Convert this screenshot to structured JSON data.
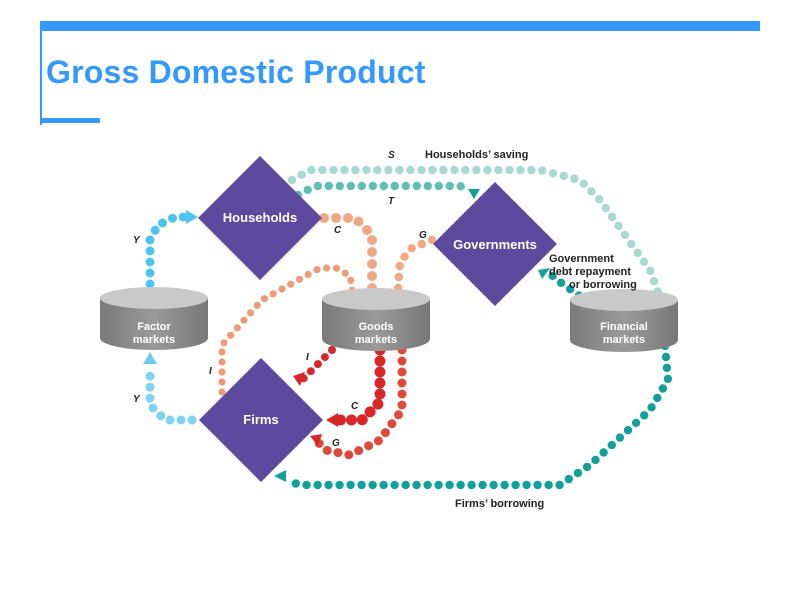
{
  "slide": {
    "title": "Gross Domestic Product"
  },
  "nodes": {
    "households": "Households",
    "governments": "Governments",
    "firms": "Firms"
  },
  "markets": {
    "factor": [
      "Factor",
      "markets"
    ],
    "goods": [
      "Goods",
      "markets"
    ],
    "financial": [
      "Financial",
      "markets"
    ]
  },
  "flows": {
    "s_symbol": "S",
    "households_saving": "Households’ saving",
    "t_symbol": "T",
    "gov_debt": [
      "Government",
      "debt repayment",
      "or borrowing"
    ],
    "firms_borrowing": "Firms’ borrowing",
    "y_top": "Y",
    "y_bottom": "Y",
    "c_household": "C",
    "g_government": "G",
    "i_investment": "I",
    "i_firms": "I",
    "c_firms": "C",
    "g_firms": "G"
  },
  "colors": {
    "accent": "#3399ff",
    "node": "#5b4a9e",
    "cylinder": "#8a8a8a",
    "light_blue": "#7fd3f0",
    "teal_light": "#a6d9cf",
    "teal_dark": "#13a09a",
    "salmon": "#f0a884",
    "red": "#d9262a"
  }
}
